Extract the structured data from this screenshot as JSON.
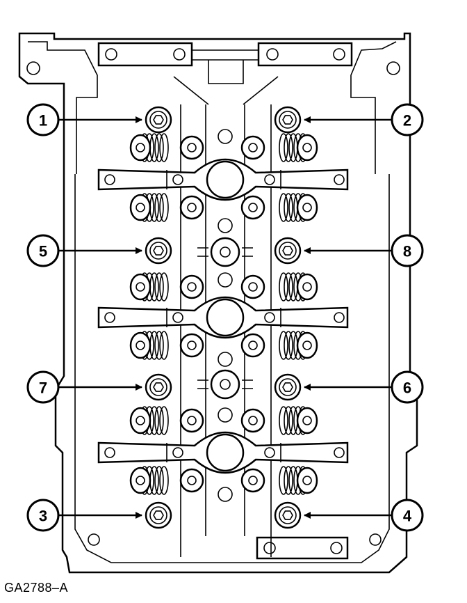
{
  "figure_id": "GA2788–A",
  "callouts": [
    {
      "label": "1",
      "side": "left",
      "bolt_row": 1
    },
    {
      "label": "2",
      "side": "right",
      "bolt_row": 1
    },
    {
      "label": "5",
      "side": "left",
      "bolt_row": 2
    },
    {
      "label": "8",
      "side": "right",
      "bolt_row": 2
    },
    {
      "label": "7",
      "side": "left",
      "bolt_row": 3
    },
    {
      "label": "6",
      "side": "right",
      "bolt_row": 3
    },
    {
      "label": "3",
      "side": "left",
      "bolt_row": 4
    },
    {
      "label": "4",
      "side": "right",
      "bolt_row": 4
    }
  ]
}
